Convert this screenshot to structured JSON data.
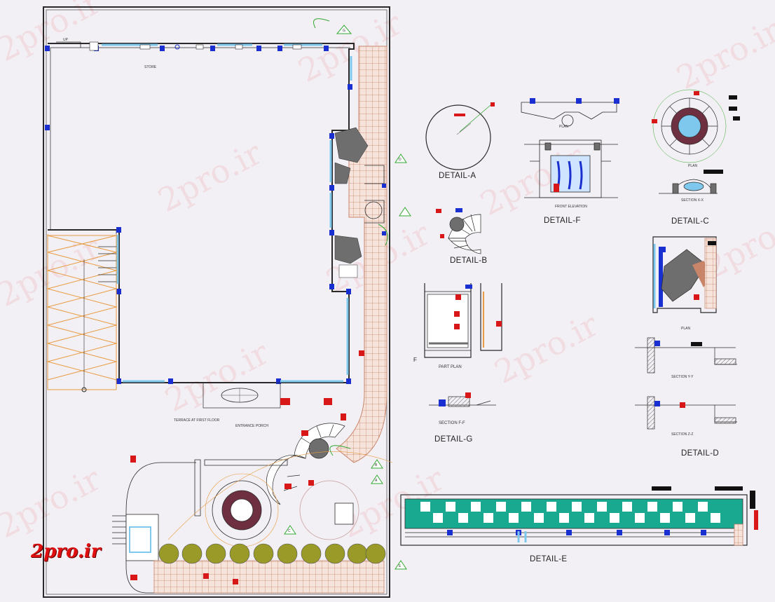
{
  "brand": {
    "text": "2pro.ir",
    "color": "#e01010"
  },
  "watermark": {
    "text": "2pro.ir",
    "color": "#e6a0a8"
  },
  "details": {
    "a": "DETAIL-A",
    "b": "DETAIL-B",
    "c": "DETAIL-C",
    "d": "DETAIL-D",
    "e": "DETAIL-E",
    "f": "DETAIL-F",
    "g": "DETAIL-G"
  },
  "sub_labels": {
    "plan_f": "PLAN",
    "front_elevation": "FRONT ELEVATION",
    "plan_c": "PLAN",
    "section_xx": "SECTION X-X",
    "plan_d": "PLAN",
    "section_yy": "SECTION Y-Y",
    "section_zz": "SECTION Z-Z",
    "part_plan": "PART PLAN",
    "section_ff": "SECTION F-F",
    "f_marker": "F"
  },
  "site_labels": {
    "terrace": "TERRACE AT FIRST FLOOR",
    "entrance_porch": "ENTRANCE PORCH",
    "store": "STORE",
    "up": "UP"
  },
  "callouts": [
    "A",
    "B",
    "C",
    "D",
    "E",
    "G"
  ],
  "colors": {
    "line": "#2a2a2a",
    "wall_blue": "#1a2fd0",
    "glass_cyan": "#7ec8ee",
    "paving": "#c8856a",
    "tile_teal": "#19a890",
    "tree_olive": "#9a9a28",
    "marker_red": "#d81818",
    "hatch_orange": "#e89a40",
    "green_leader": "#33a833",
    "grey_fill": "#6e6e6e"
  }
}
